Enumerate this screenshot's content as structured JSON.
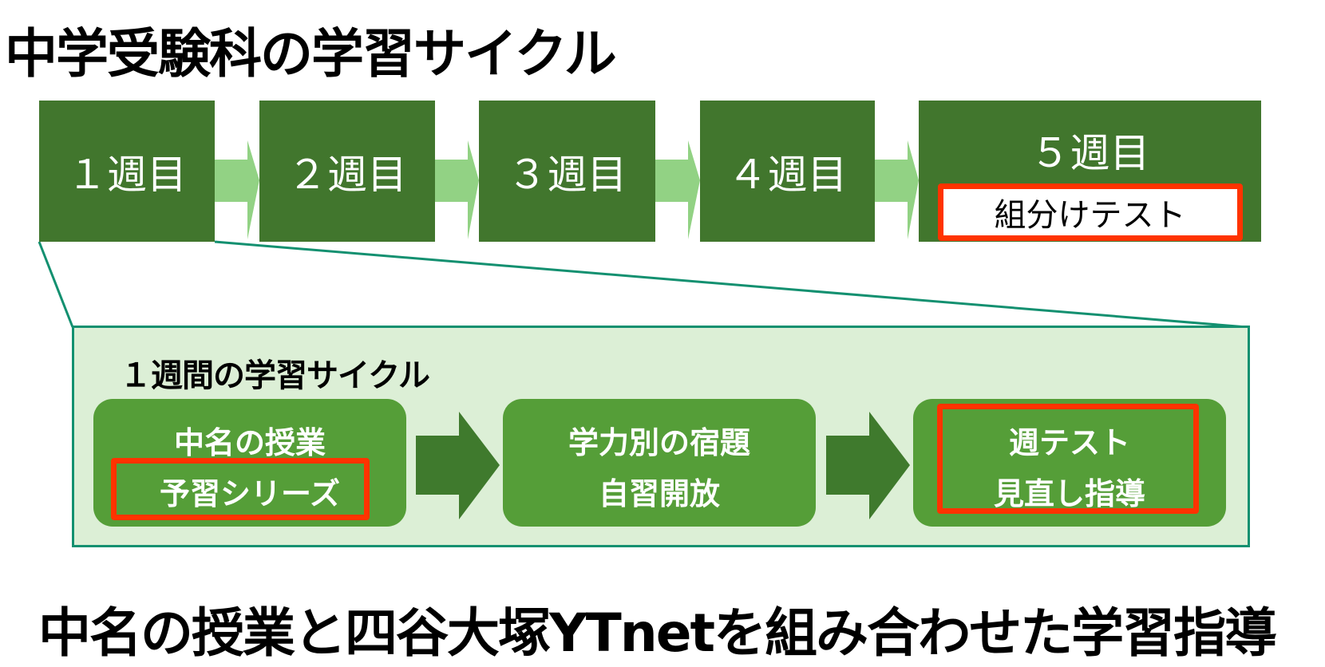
{
  "title": "中学受験科の学習サイクル",
  "weeks": [
    {
      "label": "１週目"
    },
    {
      "label": "２週目"
    },
    {
      "label": "３週目"
    },
    {
      "label": "４週目"
    },
    {
      "label": "５週目",
      "note": "組分けテスト"
    }
  ],
  "weekly_cycle": {
    "title": "１週間の学習サイクル",
    "steps": [
      {
        "line1": "中名の授業",
        "line2": "予習シリーズ"
      },
      {
        "line1": "学力別の宿題",
        "line2": "自習開放"
      },
      {
        "line1": "週テスト",
        "line2": "見直し指導"
      }
    ]
  },
  "footer": "中名の授業と四谷大塚YTnetを組み合わせた学習指導",
  "colors": {
    "week_box": "#41762d",
    "arrow_light": "#92d284",
    "step_box": "#559e38",
    "arrow_dark": "#3f7a2d",
    "highlight": "#ff3300",
    "panel_bg": "#dcefd6"
  }
}
